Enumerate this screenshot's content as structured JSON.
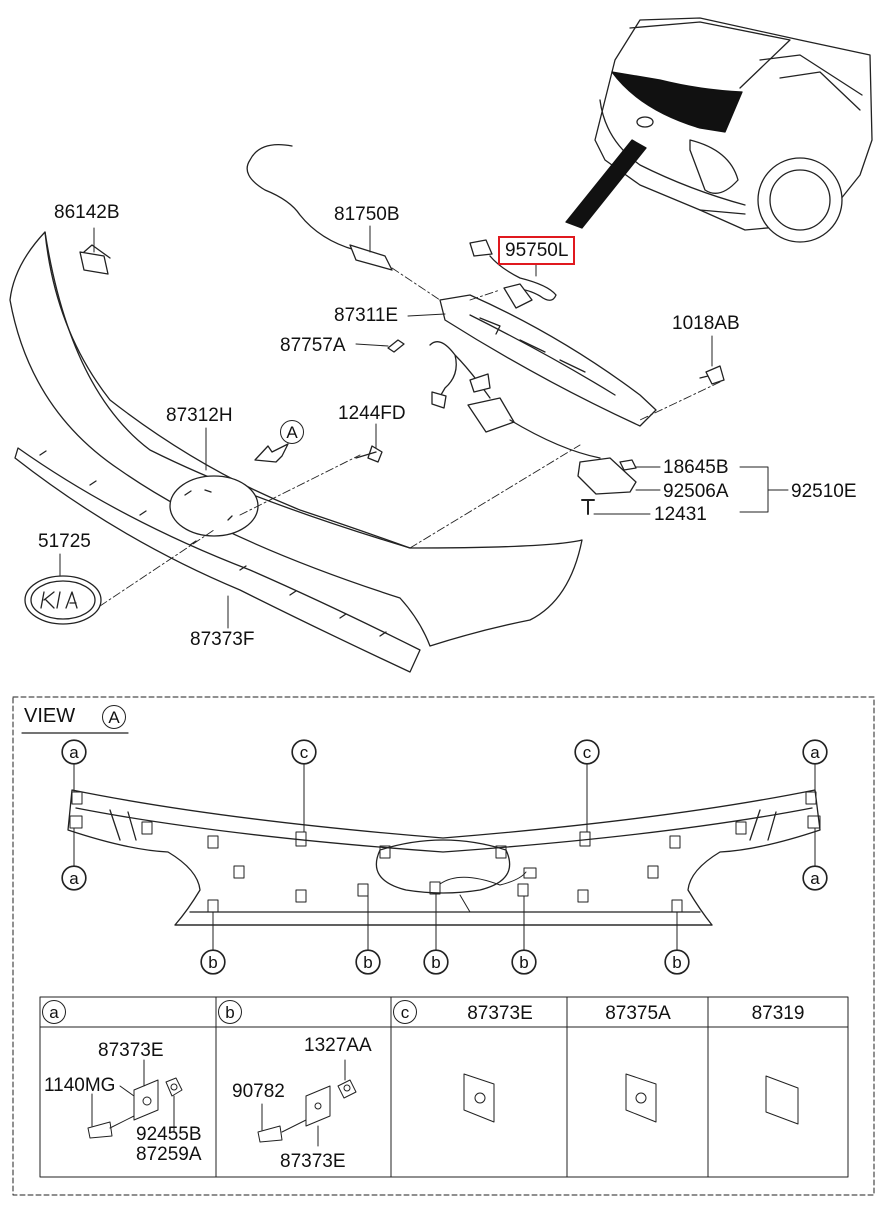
{
  "diagram": {
    "callouts": {
      "p86142B": "86142B",
      "p81750B": "81750B",
      "p95750L": "95750L",
      "p87311E": "87311E",
      "p87757A": "87757A",
      "p1018AB": "1018AB",
      "p87312H": "87312H",
      "p1244FD": "1244FD",
      "p18645B": "18645B",
      "p92506A": "92506A",
      "p92510E": "92510E",
      "p12431": "12431",
      "p51725": "51725",
      "p87373F": "87373F"
    },
    "view_marker": "A",
    "highlight_color": "#e0191f"
  },
  "view_a": {
    "title": "VIEW",
    "marker": "A",
    "clip_markers": {
      "a": "a",
      "b": "b",
      "c": "c"
    }
  },
  "parts_table": {
    "col_a": {
      "key": "a",
      "parts": {
        "p87373E": "87373E",
        "p1140MG": "1140MG",
        "p92455B": "92455B",
        "p87259A": "87259A"
      }
    },
    "col_b": {
      "key": "b",
      "parts": {
        "p1327AA": "1327AA",
        "p90782": "90782",
        "p87373E": "87373E"
      }
    },
    "col_c": {
      "key": "c",
      "headers": [
        "87373E",
        "87375A",
        "87319"
      ]
    }
  }
}
